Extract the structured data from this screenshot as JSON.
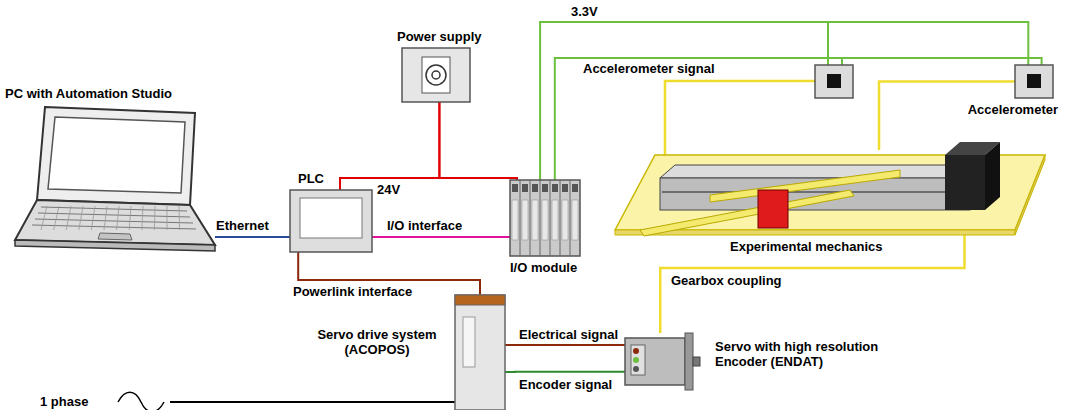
{
  "diagram": {
    "nodes": [
      {
        "text": [
          "PC with Automation Studio"
        ]
      },
      {
        "text": [
          "Power supply"
        ]
      },
      {
        "text": [
          "PLC"
        ]
      },
      {
        "text": [
          "I/O module"
        ]
      },
      {
        "text": [
          "Accelerometer"
        ]
      },
      {
        "text": [
          "Experimental mechanics"
        ]
      },
      {
        "text": [
          "Servo drive system (ACOPOS)"
        ]
      },
      {
        "text": [
          "Servo with high resolution Encoder (ENDAT)"
        ]
      }
    ],
    "edges": [
      {
        "from": 0,
        "to": 2,
        "label": "Ethernet",
        "arrow": "none"
      },
      {
        "from": 1,
        "to": 2,
        "label": "24V",
        "arrow": "none"
      },
      {
        "from": 1,
        "to": 3,
        "arrow": "none"
      },
      {
        "from": 2,
        "to": 3,
        "label": "I/O interface",
        "arrow": "none"
      },
      {
        "from": 2,
        "to": 6,
        "label": "Powerlink interface",
        "arrow": "none"
      },
      {
        "from": 6,
        "to": 7,
        "label": "Electrical signal",
        "arrow": "none"
      },
      {
        "from": 6,
        "to": 7,
        "label": "Encoder signal",
        "arrow": "none"
      },
      {
        "from": 7,
        "to": 5,
        "label": "Gearbox coupling",
        "arrow": "none"
      },
      {
        "from": 3,
        "to": 4,
        "label": "3.3V",
        "arrow": "none"
      },
      {
        "from": 3,
        "to": 4,
        "label": "Accelerometer signal",
        "arrow": "none"
      },
      {
        "from": 4,
        "to": 5,
        "arrow": "none"
      }
    ],
    "labels": [
      "1 phase"
    ]
  }
}
